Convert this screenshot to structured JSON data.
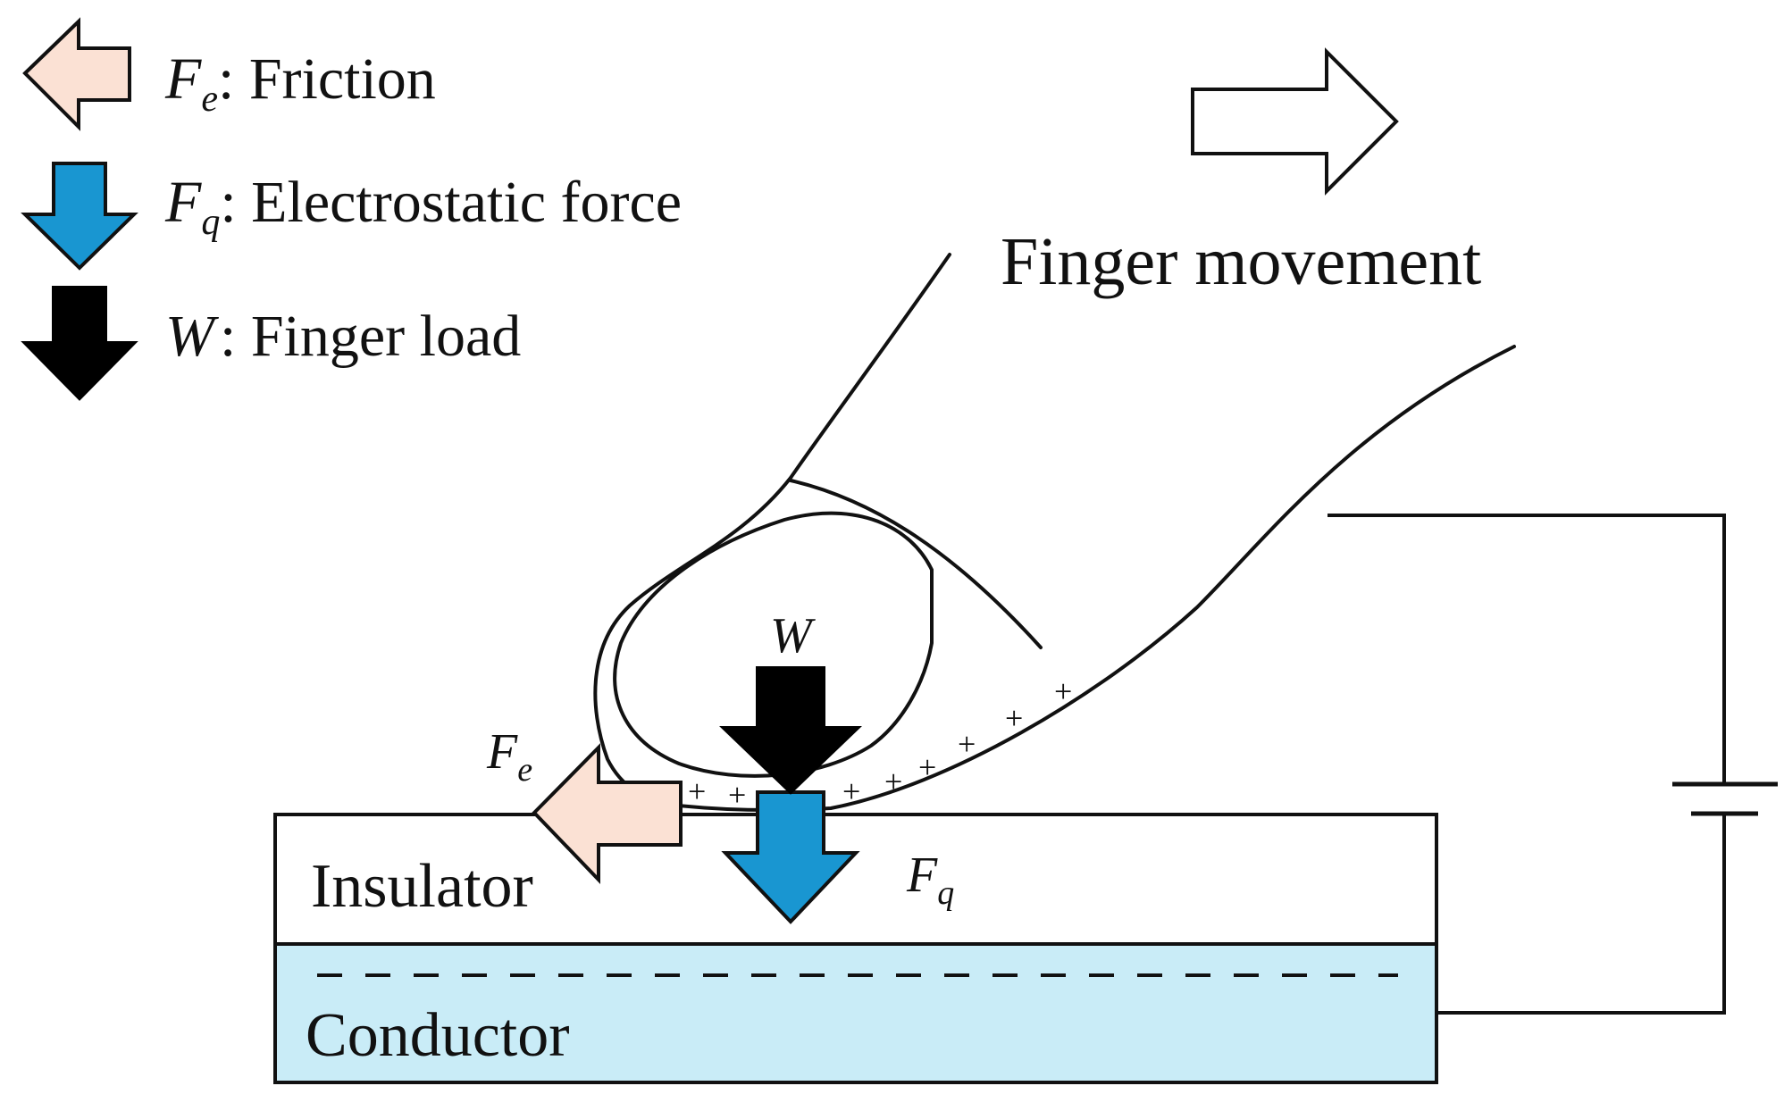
{
  "legend": {
    "friction": {
      "symbol": "F",
      "subscript": "e",
      "label": ": Friction"
    },
    "electrostatic": {
      "symbol": "F",
      "subscript": "q",
      "label": ": Electrostatic force"
    },
    "load": {
      "symbol": "W",
      "label": ": Finger load"
    }
  },
  "labels": {
    "finger_movement": "Finger movement",
    "insulator": "Insulator",
    "conductor": "Conductor",
    "force_w": "W",
    "force_fe_symbol": "F",
    "force_fe_sub": "e",
    "force_fq_symbol": "F",
    "force_fq_sub": "q",
    "charge_sign": "+"
  },
  "colors": {
    "friction_arrow": "#fbe1d4",
    "electrostatic_arrow": "#1996d1",
    "load_arrow": "#000000",
    "conductor_fill": "#c9ecf7",
    "insulator_fill": "#ffffff",
    "outline": "#111111"
  }
}
